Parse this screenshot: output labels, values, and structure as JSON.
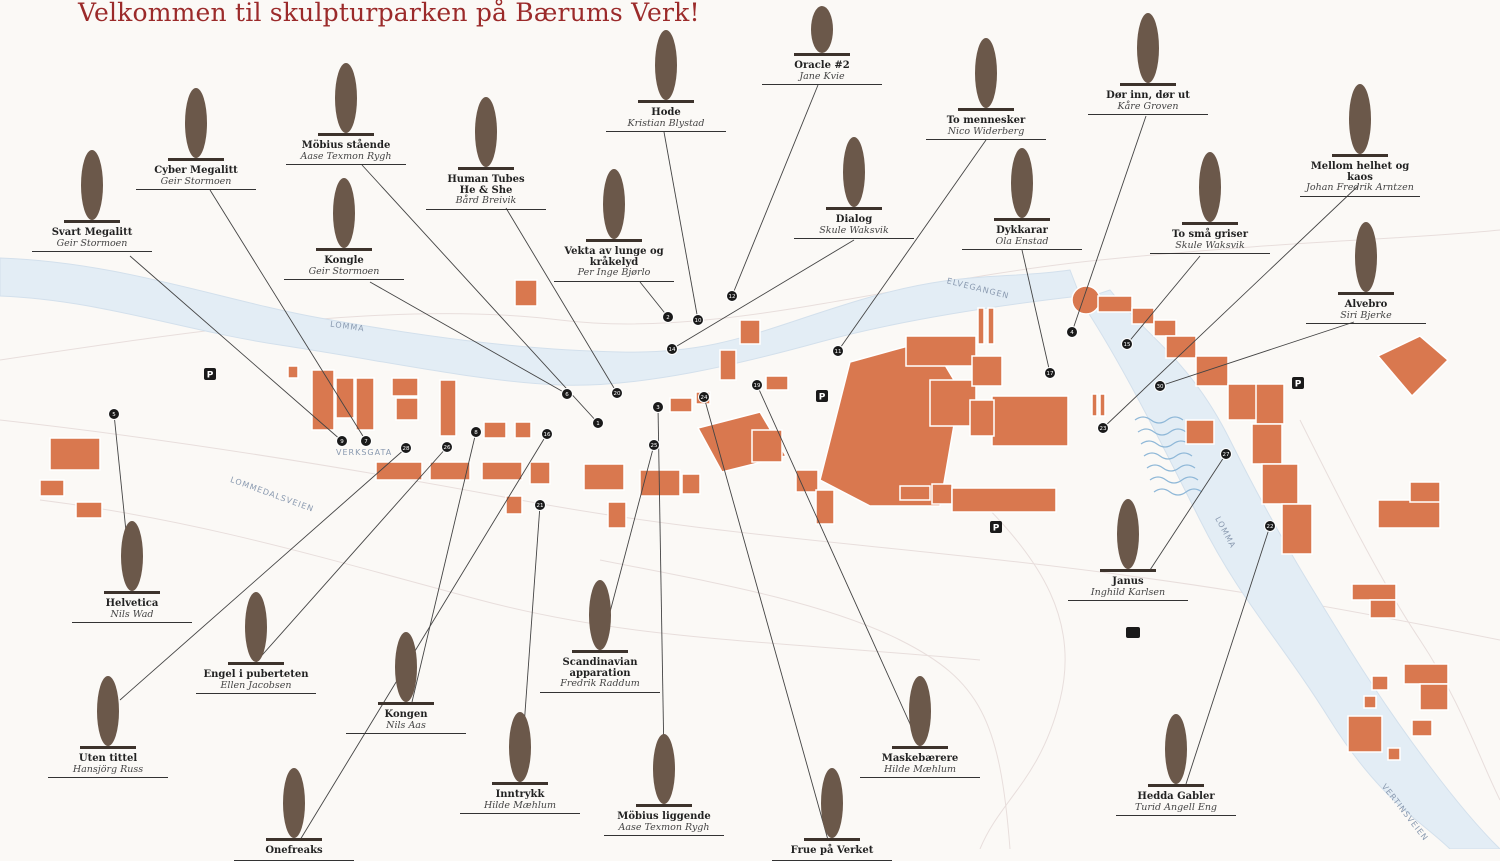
{
  "title": "Velkommen til skulpturparken på Bærums Verk!",
  "colors": {
    "title": "#9b2a2a",
    "building": "#d9784f",
    "building_edge": "#ffffff",
    "river": "#e3edf5",
    "leader": "#444444",
    "sculpture": "#5b4a3e"
  },
  "streets": {
    "lomma_1": "LOMMA",
    "lomma_2": "LOMMA",
    "elvegangen": "ELVEGANGEN",
    "verksgata": "VERKSGATA",
    "lommedalsveien": "LOMMEDALSVEIEN",
    "vertinsveien": "VERTINSVEIEN"
  },
  "parking_label": "P",
  "sculptures": [
    {
      "title": "Svart Megalitt",
      "artist": "Geir Stormoen"
    },
    {
      "title": "Cyber Megalitt",
      "artist": "Geir Stormoen"
    },
    {
      "title": "Kongle",
      "artist": "Geir Stormoen"
    },
    {
      "title": "Möbius stående",
      "artist": "Aase Texmon Rygh"
    },
    {
      "title": "Human Tubes\nHe & She",
      "artist": "Bård Breivik"
    },
    {
      "title": "Vekta av lunge og\nkråkelyd",
      "artist": "Per Inge Bjørlo"
    },
    {
      "title": "Hode",
      "artist": "Kristian Blystad"
    },
    {
      "title": "Oracle #2",
      "artist": "Jane Kvie"
    },
    {
      "title": "Dialog",
      "artist": "Skule Waksvik"
    },
    {
      "title": "To mennesker",
      "artist": "Nico Widerberg"
    },
    {
      "title": "Dykkarar",
      "artist": "Ola Enstad"
    },
    {
      "title": "Dør inn, dør ut",
      "artist": "Kåre Groven"
    },
    {
      "title": "To små griser",
      "artist": "Skule Waksvik"
    },
    {
      "title": "Mellom helhet og kaos",
      "artist": "Johan Fredrik Arntzen"
    },
    {
      "title": "Alvebro",
      "artist": "Siri Bjerke"
    },
    {
      "title": "Helvetica",
      "artist": "Nils Wad"
    },
    {
      "title": "Engel i puberteten",
      "artist": "Ellen Jacobsen"
    },
    {
      "title": "Kongen",
      "artist": "Nils Aas"
    },
    {
      "title": "Scandinavian\napparation",
      "artist": "Fredrik Raddum"
    },
    {
      "title": "Uten tittel",
      "artist": "Hansjörg Russ"
    },
    {
      "title": "Inntrykk",
      "artist": "Hilde Mæhlum"
    },
    {
      "title": "Möbius liggende",
      "artist": "Aase Texmon Rygh"
    },
    {
      "title": "Maskebærere",
      "artist": "Hilde Mæhlum"
    },
    {
      "title": "Janus",
      "artist": "Inghild Karlsen"
    },
    {
      "title": "Hedda Gabler",
      "artist": "Turid Angell Eng"
    },
    {
      "title": "Onefreaks",
      "artist": ""
    },
    {
      "title": "Frue på Verket",
      "artist": ""
    }
  ]
}
